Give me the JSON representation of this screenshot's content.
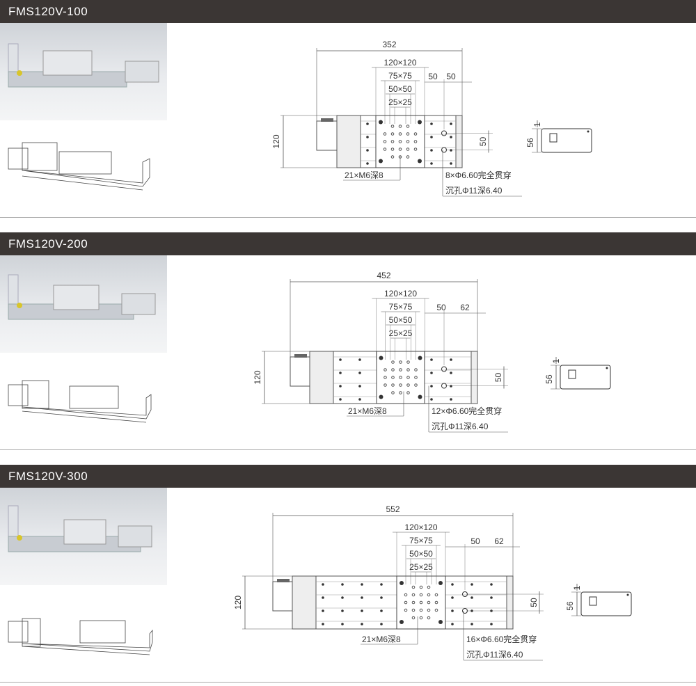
{
  "sections": [
    {
      "title": "FMS120V-100",
      "overall_length": "352",
      "width": "120",
      "pattern_labels": [
        "120×120",
        "75×75",
        "50×50",
        "25×25"
      ],
      "pitch_labels": [
        "50",
        "50"
      ],
      "rail_hole_spacing": "50",
      "side_height": "56",
      "side_offset": "1",
      "tapped_holes": "21×M6深8",
      "through_holes": "8×Φ6.60完全贯穿",
      "counterbore": "沉孔Φ11深6.40"
    },
    {
      "title": "FMS120V-200",
      "overall_length": "452",
      "width": "120",
      "pattern_labels": [
        "120×120",
        "75×75",
        "50×50",
        "25×25"
      ],
      "pitch_labels": [
        "50",
        "62"
      ],
      "rail_hole_spacing": "50",
      "side_height": "56",
      "side_offset": "1",
      "tapped_holes": "21×M6深8",
      "through_holes": "12×Φ6.60完全贯穿",
      "counterbore": "沉孔Φ11深6.40"
    },
    {
      "title": "FMS120V-300",
      "overall_length": "552",
      "width": "120",
      "pattern_labels": [
        "120×120",
        "75×75",
        "50×50",
        "25×25"
      ],
      "pitch_labels": [
        "50",
        "62"
      ],
      "rail_hole_spacing": "50",
      "side_height": "56",
      "side_offset": "1",
      "tapped_holes": "21×M6深8",
      "through_holes": "16×Φ6.60完全贯穿",
      "counterbore": "沉孔Φ11深6.40"
    }
  ]
}
